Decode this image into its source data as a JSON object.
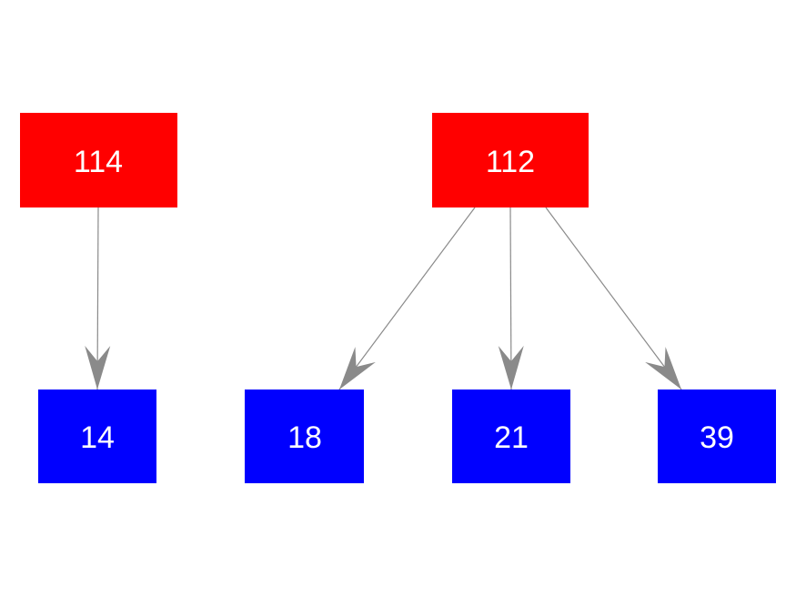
{
  "diagram": {
    "background_color": "#ffffff",
    "edge_color": "#8a8a8a",
    "node_text_color": "#ffffff",
    "parent_color": "#ff0000",
    "child_color": "#0000ff",
    "nodes": [
      {
        "id": "114",
        "label": "114",
        "color": "#ff0000",
        "role": "parent"
      },
      {
        "id": "112",
        "label": "112",
        "color": "#ff0000",
        "role": "parent"
      },
      {
        "id": "14",
        "label": "14",
        "color": "#0000ff",
        "role": "child"
      },
      {
        "id": "18",
        "label": "18",
        "color": "#0000ff",
        "role": "child"
      },
      {
        "id": "21",
        "label": "21",
        "color": "#0000ff",
        "role": "child"
      },
      {
        "id": "39",
        "label": "39",
        "color": "#0000ff",
        "role": "child"
      }
    ],
    "edges": [
      {
        "from": "114",
        "to": "14"
      },
      {
        "from": "112",
        "to": "18"
      },
      {
        "from": "112",
        "to": "21"
      },
      {
        "from": "112",
        "to": "39"
      }
    ]
  }
}
